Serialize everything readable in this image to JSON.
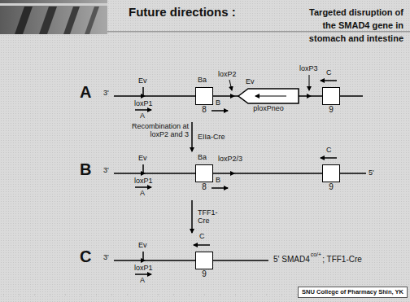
{
  "diagram": {
    "title": "Future directions :",
    "nodes": [
      {
        "text": [
          "8"
        ]
      },
      {
        "text": [
          "ploxPneo"
        ]
      },
      {
        "text": [
          "9"
        ]
      },
      {
        "text": [
          "8"
        ]
      },
      {
        "text": [
          "9"
        ]
      },
      {
        "text": [
          "9"
        ]
      },
      {
        "text": [
          "SNU College of Pharmacy Shin, YK"
        ]
      }
    ],
    "labels": [
      "Targeted disruption of the SMAD4 gene in stomach and intestine",
      "A",
      "3'",
      "Ev",
      "loxP1",
      "A",
      "Ba",
      "loxP2",
      "Ev",
      "loxP3",
      "C",
      "B",
      "Recombination at loxP2 and 3",
      "EIIa-Cre",
      "B",
      "3'",
      "Ev",
      "loxP1",
      "A",
      "Ba",
      "loxP2/3",
      "B",
      "C",
      "5'",
      "TFF1- Cre",
      "C",
      "3'",
      "Ev",
      "loxP1",
      "A",
      "C",
      "5' SMAD4",
      "co/+",
      "; TFF1-Cre"
    ]
  }
}
